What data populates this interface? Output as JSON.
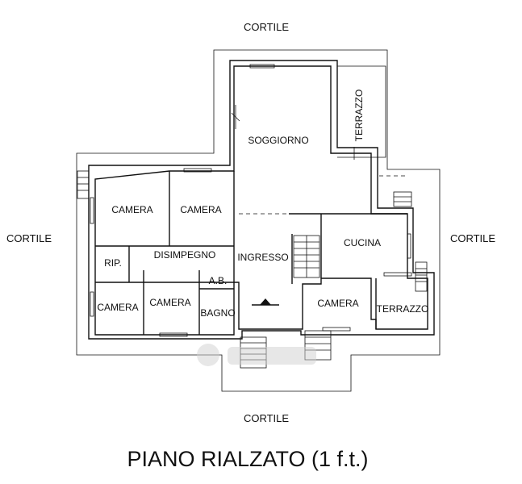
{
  "courtyard": {
    "top": "CORTILE",
    "left": "CORTILE",
    "right": "CORTILE",
    "bottom": "CORTILE"
  },
  "rooms": {
    "soggiorno": "SOGGIORNO",
    "terrazzo_top": "TERRAZZO",
    "camera_1": "CAMERA",
    "camera_2": "CAMERA",
    "disimpegno": "DISIMPEGNO",
    "rip": "RIP.",
    "ingresso": "INGRESSO",
    "cucina": "CUCINA",
    "ab": "A.B.",
    "camera_3": "CAMERA",
    "camera_4": "CAMERA",
    "bagno": "BAGNO",
    "camera_5": "CAMERA",
    "terrazzo_right": "TERRAZZO"
  },
  "title": "PIANO RIALZATO (1 f.t.)"
}
